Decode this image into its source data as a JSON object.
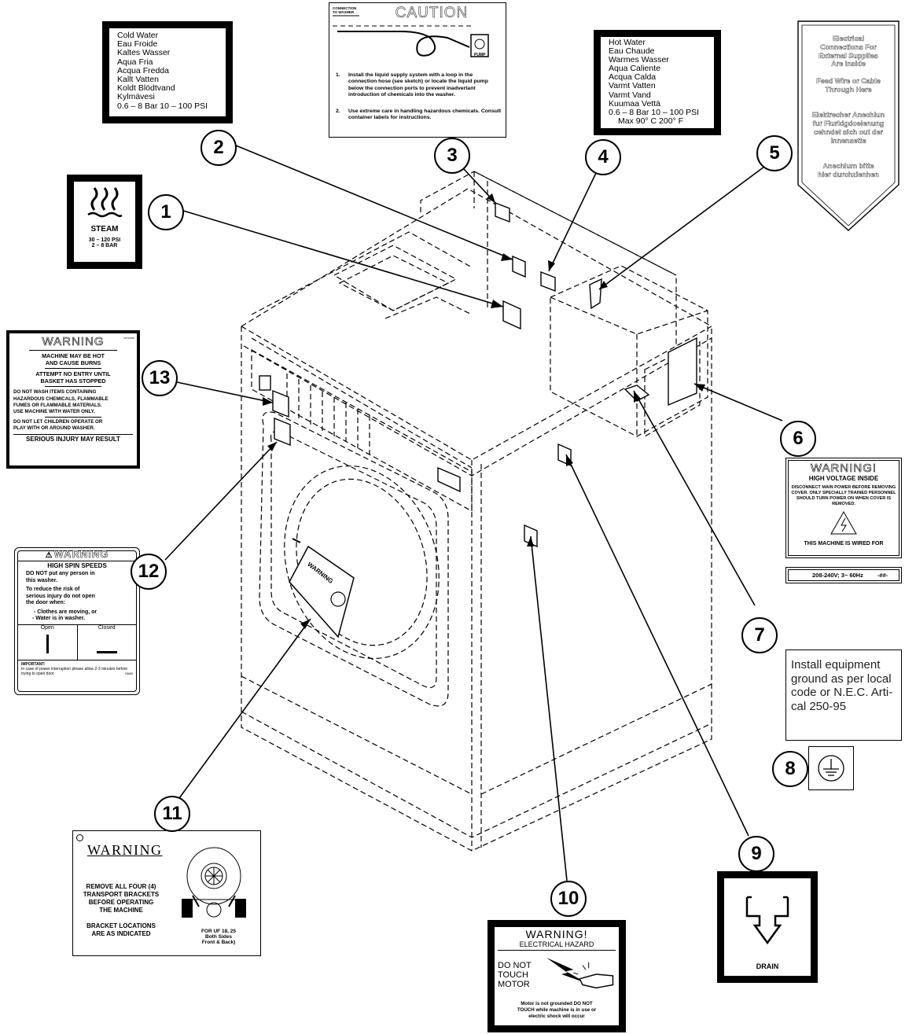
{
  "callouts": [
    "1",
    "2",
    "3",
    "4",
    "5",
    "6",
    "7",
    "8",
    "9",
    "10",
    "11",
    "12",
    "13"
  ],
  "cold_water": {
    "lines": [
      "Cold Water",
      "Eau Froide",
      "Kaltes Wasser",
      "Aqua Fria",
      "Acqua Fredda",
      "Kallt Vatten",
      "Koldt Blödtvand",
      "Kylmävesi",
      "0.6 – 8 Bar  10 – 100 PSI"
    ]
  },
  "caution": {
    "title": "CAUTION",
    "conn_label": "CONNECTION TO WASHER",
    "pump_label": "PUMP",
    "items": [
      {
        "num": "1.",
        "text": "Install the liquid supply system with a loop in the connection hose (see sketch) or locate the liquid pump below the connection ports to prevent inadvertant introduction of chemicals into the washer."
      },
      {
        "num": "2.",
        "text": "Use extreme care in handling hazardous chemicals. Consult container labels for instructions."
      }
    ]
  },
  "hot_water": {
    "lines": [
      "Hot Water",
      "Eau Chaude",
      "Warmes Wasser",
      "Aqua Caliente",
      "Acqua Calda",
      "Varmt Vatten",
      "Varmt Vand",
      "Kuumaa Vettä",
      "0.6 – 8 Bar  10 – 100 PSI",
      "Max 90° C  200° F"
    ]
  },
  "electrical_conn": {
    "lines": [
      "Electrical",
      "Connections For",
      "External Supplies",
      "Are Inside",
      "",
      "Feed Wire or Cable",
      "Through Here",
      "",
      "",
      "Elektrecher Anechlun",
      "fur Flurldgdoelenung",
      "cehndet sich out der",
      "Innensette",
      "",
      "",
      "Anechlum bitte",
      "hier durchzienhen"
    ]
  },
  "steam": {
    "title": "STEAM",
    "line1": "30 – 120 PSI",
    "line2": "2 – 8 BAR",
    "icon": "steam-icon"
  },
  "warning_hot": {
    "title": "WARNING",
    "code": "F8713006",
    "lines": [
      "MACHINE MAY BE HOT",
      "AND CAUSE BURNS",
      "ATTEMPT NO ENTRY UNTIL",
      "BASKET HAS STOPPED",
      "DO NOT WASH ITEMS CONTAINING",
      "HAZARDOUS CHEMICALS, FLAMMABLE",
      "FUMES OR FLAMMABLE MATERIALS.",
      "USE MACHINE WITH WATER ONLY.",
      "DO NOT LET CHILDREN OPERATE OR",
      "PLAY WITH OR AROUND WASHER.",
      "SERIOUS INJURY MAY RESULT"
    ]
  },
  "high_voltage": {
    "title": "WARNING!",
    "subtitle": "HIGH VOLTAGE INSIDE",
    "body": "DISCONNECT MAIN POWER BEFORE REMOVING COVER. ONLY SPECIALLY TRAINED PERSONNEL SHOULD TURN POWER ON WHEN COVER IS REMOVED.",
    "footer": "THIS MACHINE IS WIRED FOR",
    "voltage": "208-240V; 3~ 60Hz",
    "voltage_mark": "-##-"
  },
  "ground_note": {
    "text": "Install equipment ground as per local code or N.E.C. Arti-cal 250-95"
  },
  "spin": {
    "title": "WARNING",
    "subtitle": "HIGH SPIN SPEEDS",
    "l1": "DO NOT put any person in",
    "l2": "this washer.",
    "l3": "To reduce the risk of",
    "l4": "serious injury do not open",
    "l5": "the door when:",
    "l6": "- Clothes are moving, or",
    "l7": "- Water is in washer.",
    "open": "Open",
    "closed": "Closed",
    "important": "IMPORTANT:",
    "imp_text": "In case of power interruption please allow 2-3 minutes before trying to open door.",
    "code": "F8689"
  },
  "transport": {
    "title": "WARNING",
    "lines": [
      "REMOVE ALL FOUR (4)",
      "TRANSPORT BRACKETS",
      "BEFORE OPERATING",
      "THE MACHINE",
      "",
      "BRACKET LOCATIONS",
      "ARE AS INDICATED"
    ],
    "footer1": "FOR UF 18, 25",
    "footer2": "Both Sides",
    "footer3": "Front & Back)"
  },
  "electrical_hazard": {
    "title": "WARNING!",
    "subtitle": "ELECTRICAL HAZARD",
    "lines": [
      "DO NOT",
      "TOUCH",
      "MOTOR"
    ],
    "footer1": "Motor is not grounded DO NOT",
    "footer2": "TOUCH while machine is in use or",
    "footer3": "electric shock will occur"
  },
  "drain": {
    "label": "DRAIN"
  },
  "door_label": {
    "text": "WARNING"
  }
}
